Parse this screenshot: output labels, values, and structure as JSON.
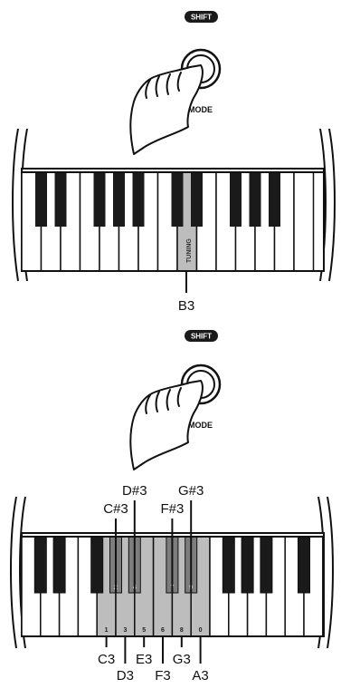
{
  "panels": [
    {
      "shift_badge": "SHIFT",
      "mode_label": "MODE",
      "highlight_label": "TUNING",
      "pointer_label": "B3"
    },
    {
      "shift_badge": "SHIFT",
      "mode_label": "MODE",
      "black_key_labels": [
        "C#3",
        "D#3",
        "F#3",
        "G#3"
      ],
      "white_key_labels": [
        "C3",
        "D3",
        "E3",
        "F3",
        "G3",
        "A3"
      ],
      "white_key_numbers": [
        "1",
        "3",
        "5",
        "6",
        "8",
        "0"
      ],
      "black_key_numbers": [
        "2",
        "4",
        "7",
        "9"
      ]
    }
  ],
  "colors": {
    "highlight": "#bdbdbd",
    "highlight_black": "#7d7d7d",
    "key_black": "#1a1a1a",
    "badge": "#1a1a1a"
  },
  "icons": [
    "shift-badge",
    "mode-button-icon",
    "pressing-hand-icon"
  ]
}
